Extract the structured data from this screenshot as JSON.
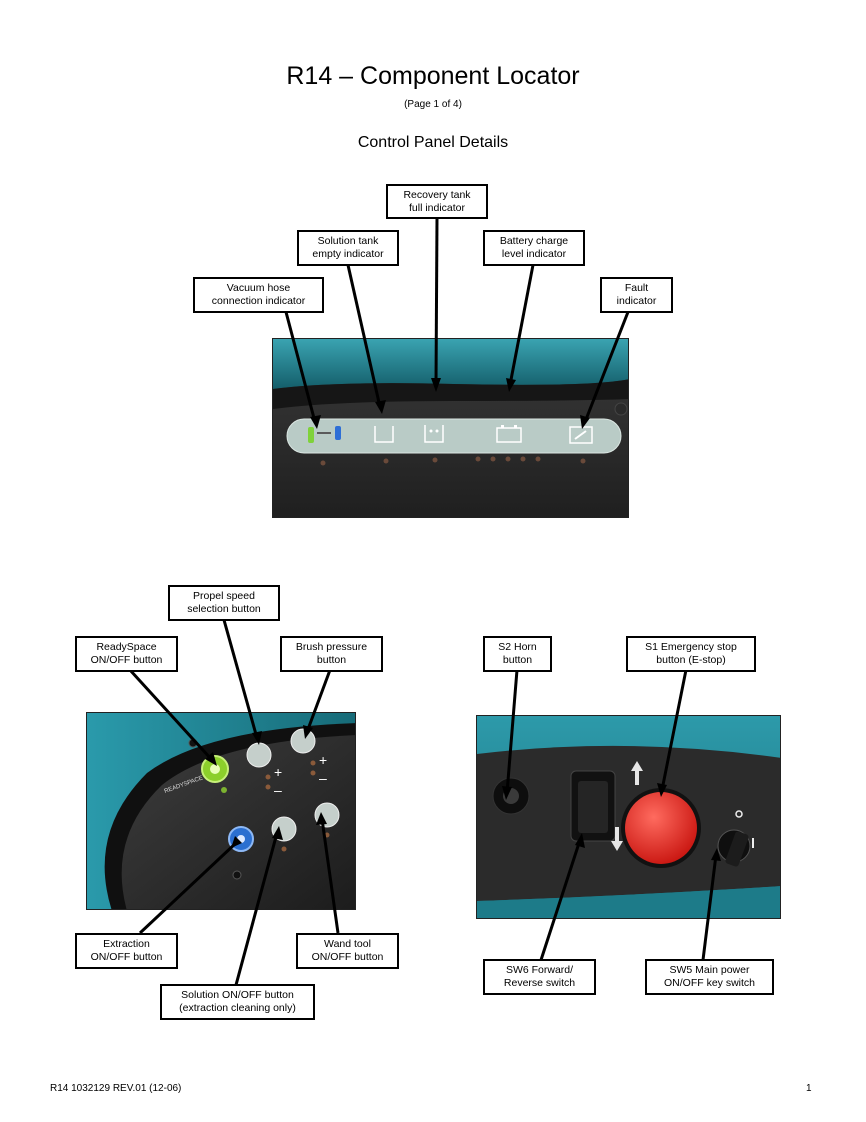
{
  "header": {
    "title": "R14 – Component Locator",
    "page_info": "(Page 1 of 4)",
    "section_title": "Control Panel Details"
  },
  "top_panel_callouts": {
    "recovery_tank": "Recovery tank\nfull indicator",
    "solution_tank": "Solution tank\nempty indicator",
    "battery_charge": "Battery charge\nlevel indicator",
    "vacuum_hose": "Vacuum hose\nconnection indicator",
    "fault": "Fault\nindicator"
  },
  "left_panel_callouts": {
    "propel_speed": "Propel speed\nselection button",
    "readyspace": "ReadySpace\nON/OFF button",
    "brush_pressure": "Brush pressure\nbutton",
    "extraction": "Extraction\nON/OFF button",
    "wand_tool": "Wand tool\nON/OFF button",
    "solution": "Solution ON/OFF button\n(extraction cleaning only)"
  },
  "right_panel_callouts": {
    "horn": "S2 Horn\nbutton",
    "estop": "S1 Emergency stop\nbutton (E-stop)",
    "forward_reverse": "SW6 Forward/\nReverse switch",
    "main_power": "SW5 Main power\nON/OFF key switch"
  },
  "left_panel_labels": {
    "brand": "READYSPACE",
    "plus": "+",
    "minus": "–"
  },
  "footer": {
    "doc_id": "R14 1032129 REV.01 (12-06)",
    "page_number": "1"
  },
  "colors": {
    "panel_teal": "#1c7f8f",
    "panel_dark": "#2a2a2a",
    "readyspace_green": "#8ccf2b",
    "extraction_blue": "#2b6fd0",
    "estop_red": "#e0201f"
  }
}
